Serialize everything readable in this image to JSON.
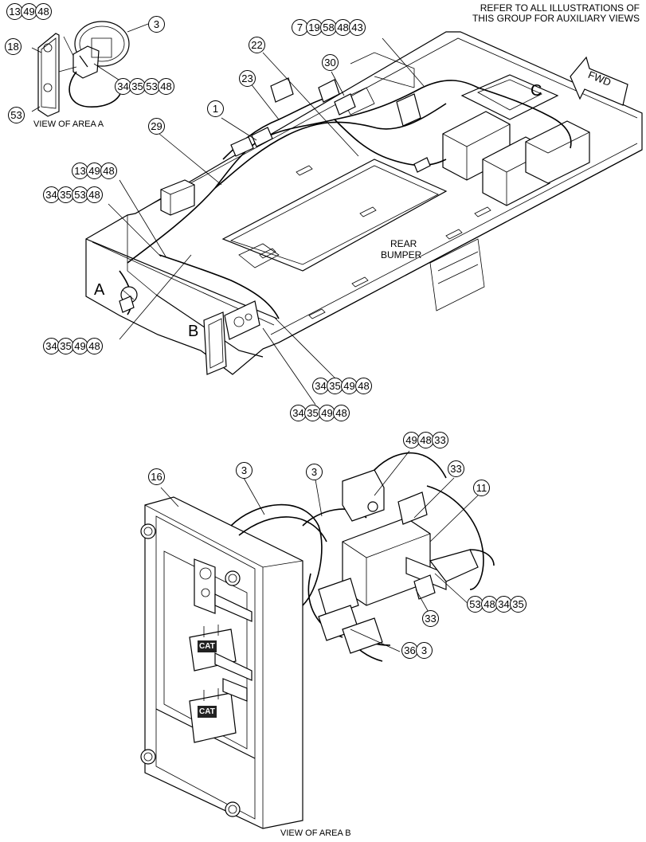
{
  "header_note": [
    "REFER TO ALL ILLUSTRATIONS OF",
    "THIS GROUP FOR AUXILIARY VIEWS"
  ],
  "fwd_label": "FWD",
  "labels": {
    "view_a": "VIEW OF AREA A",
    "view_b": "VIEW OF AREA B",
    "rear_bumper_1": "REAR",
    "rear_bumper_2": "BUMPER",
    "area_a": "A",
    "area_b": "B",
    "area_c": "C"
  },
  "callouts": [
    {
      "id": "c-13-49-48-top",
      "items": [
        "13",
        "49",
        "48"
      ]
    },
    {
      "id": "c-3-top",
      "items": [
        "3"
      ]
    },
    {
      "id": "c-18",
      "items": [
        "18"
      ]
    },
    {
      "id": "c-34-35-53-48-top",
      "items": [
        "34",
        "35",
        "53",
        "48"
      ]
    },
    {
      "id": "c-53",
      "items": [
        "53"
      ]
    },
    {
      "id": "c-7-19-58-48-43",
      "items": [
        "7",
        "19",
        "58",
        "48",
        "43"
      ]
    },
    {
      "id": "c-22",
      "items": [
        "22"
      ]
    },
    {
      "id": "c-30",
      "items": [
        "30"
      ]
    },
    {
      "id": "c-23",
      "items": [
        "23"
      ]
    },
    {
      "id": "c-1",
      "items": [
        "1"
      ]
    },
    {
      "id": "c-29",
      "items": [
        "29"
      ]
    },
    {
      "id": "c-13-49-48-mid",
      "items": [
        "13",
        "49",
        "48"
      ]
    },
    {
      "id": "c-34-35-53-48-mid",
      "items": [
        "34",
        "35",
        "53",
        "48"
      ]
    },
    {
      "id": "c-34-35-49-48-left",
      "items": [
        "34",
        "35",
        "49",
        "48"
      ]
    },
    {
      "id": "c-34-35-49-48-r1",
      "items": [
        "34",
        "35",
        "49",
        "48"
      ]
    },
    {
      "id": "c-34-35-49-48-r2",
      "items": [
        "34",
        "35",
        "49",
        "48"
      ]
    },
    {
      "id": "c-49-48-33",
      "items": [
        "49",
        "48",
        "33"
      ]
    },
    {
      "id": "c-16",
      "items": [
        "16"
      ]
    },
    {
      "id": "c-3-b1",
      "items": [
        "3"
      ]
    },
    {
      "id": "c-3-b2",
      "items": [
        "3"
      ]
    },
    {
      "id": "c-33-a",
      "items": [
        "33"
      ]
    },
    {
      "id": "c-11",
      "items": [
        "11"
      ]
    },
    {
      "id": "c-53-48-34-35",
      "items": [
        "53",
        "48",
        "34",
        "35"
      ]
    },
    {
      "id": "c-33-b",
      "items": [
        "33"
      ]
    },
    {
      "id": "c-36-3",
      "items": [
        "36",
        "3"
      ]
    }
  ],
  "lock_brand": "CAT"
}
